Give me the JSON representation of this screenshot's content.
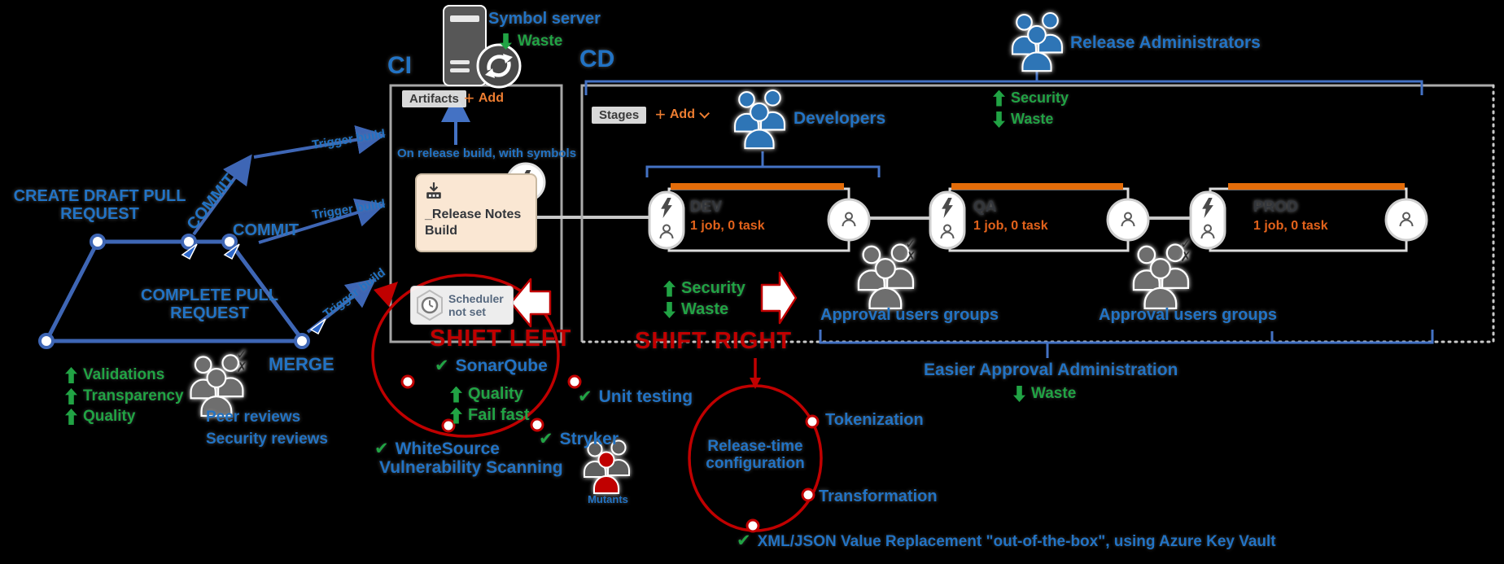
{
  "colors": {
    "blue": "#2273C4",
    "green": "#21A344",
    "red": "#C00000",
    "orange": "#ED7D31",
    "stage_bar": "#E36C09"
  },
  "flow": {
    "create_draft_pr": "CREATE DRAFT PULL REQUEST",
    "commit_upper": "COMMIT",
    "commit_lower": "COMMIT",
    "complete_pr": "COMPLETE PULL REQUEST",
    "merge": "MERGE",
    "trigger_build": "Trigger build",
    "benefits": [
      "Validations",
      "Transparency",
      "Quality"
    ],
    "reviews": [
      "Peer reviews",
      "Security reviews"
    ]
  },
  "symbol_server": {
    "label": "Symbol server",
    "waste": "Waste"
  },
  "ci": {
    "label": "CI",
    "artifacts_tab": "Artifacts",
    "add_button": "Add",
    "on_release_note": "On release build, with symbols",
    "build_card_title": "_Release Notes Build",
    "scheduler_badge": "Scheduler not set"
  },
  "shift_left": {
    "title": "SHIFT LEFT",
    "sonarqube": "SonarQube",
    "quality": "Quality",
    "fail_fast": "Fail fast",
    "unit_testing": "Unit testing",
    "whitesource": "WhiteSource",
    "whitesource_line2": "Vulnerability Scanning",
    "stryker": "Stryker",
    "mutants": "Mutants"
  },
  "shift_right": {
    "title": "SHIFT RIGHT",
    "circle_label": "Release-time configuration",
    "tokenization": "Tokenization",
    "transformation": "Transformation",
    "xml_json": "XML/JSON Value Replacement \"out-of-the-box\", using Azure Key Vault"
  },
  "cd": {
    "label": "CD",
    "stages_tab": "Stages",
    "add_button": "Add",
    "developers": "Developers",
    "release_admins": "Release Administrators",
    "admin_security": "Security",
    "admin_waste": "Waste",
    "stage_security": "Security",
    "stage_waste": "Waste",
    "stages": [
      {
        "name": "DEV",
        "meta": "1 job, 0 task"
      },
      {
        "name": "QA",
        "meta": "1 job, 0 task"
      },
      {
        "name": "PROD",
        "meta": "1 job, 0 task"
      }
    ],
    "approval_groups_left": "Approval users groups",
    "approval_groups_right": "Approval users groups",
    "easier_admin": "Easier Approval Administration",
    "easier_waste": "Waste"
  }
}
